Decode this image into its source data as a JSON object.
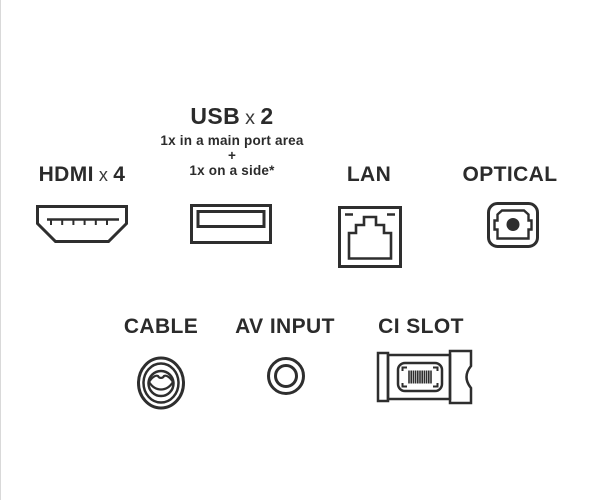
{
  "page": {
    "background": "#ffffff",
    "ink": "#2e2e2e"
  },
  "ports": {
    "hdmi": {
      "name": "HDMI",
      "multiplier": "x",
      "count": "4"
    },
    "usb": {
      "name": "USB",
      "multiplier": "x",
      "count": "2",
      "note_line1": "1x in a main port area",
      "note_plus": "+",
      "note_line2": "1x on a side*"
    },
    "lan": {
      "label": "LAN"
    },
    "optical": {
      "label": "OPTICAL"
    },
    "cable": {
      "label": "CABLE"
    },
    "av": {
      "label": "AV INPUT"
    },
    "ci": {
      "label": "CI SLOT"
    }
  }
}
